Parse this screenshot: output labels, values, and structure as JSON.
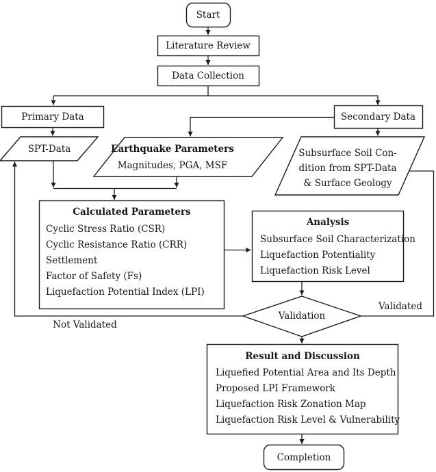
{
  "diagram": {
    "colors": {
      "line": "#1a1a1a",
      "background": "#ffffff",
      "text": "#151515"
    },
    "nodes": {
      "start": {
        "label": "Start"
      },
      "literature_review": {
        "label": "Literature Review"
      },
      "data_collection": {
        "label": "Data Collection"
      },
      "primary_data": {
        "label": "Primary Data"
      },
      "secondary_data": {
        "label": "Secondary Data"
      },
      "spt_data": {
        "label": "SPT-Data"
      },
      "earthquake_parameters": {
        "title": "Earthquake Parameters",
        "subtitle": "Magnitudes, PGA, MSF"
      },
      "subsurface_soil_condition": {
        "lines": [
          "Subsurface Soil Con-",
          "dition from SPT-Data",
          "& Surface Geology"
        ]
      },
      "calculated_parameters": {
        "title": "Calculated Parameters",
        "items": [
          "Cyclic Stress Ratio (CSR)",
          "Cyclic Resistance Ratio (CRR)",
          "Settlement",
          "Factor of Safety (Fs)",
          "Liquefaction Potential Index (LPI)"
        ]
      },
      "analysis": {
        "title": "Analysis",
        "items": [
          "Subsurface Soil Characterization",
          "Liquefaction Potentiality",
          "Liquefaction Risk Level"
        ]
      },
      "validation": {
        "label": "Validation"
      },
      "result_and_discussion": {
        "title": "Result and Discussion",
        "items": [
          "Liquefied Potential Area and Its Depth",
          "Proposed LPI Framework",
          "Liquefaction Risk Zonation Map",
          "Liquefaction Risk Level & Vulnerability"
        ]
      },
      "completion": {
        "label": "Completion"
      }
    },
    "edge_labels": {
      "validated": "Validated",
      "not_validated": "Not Validated"
    }
  }
}
